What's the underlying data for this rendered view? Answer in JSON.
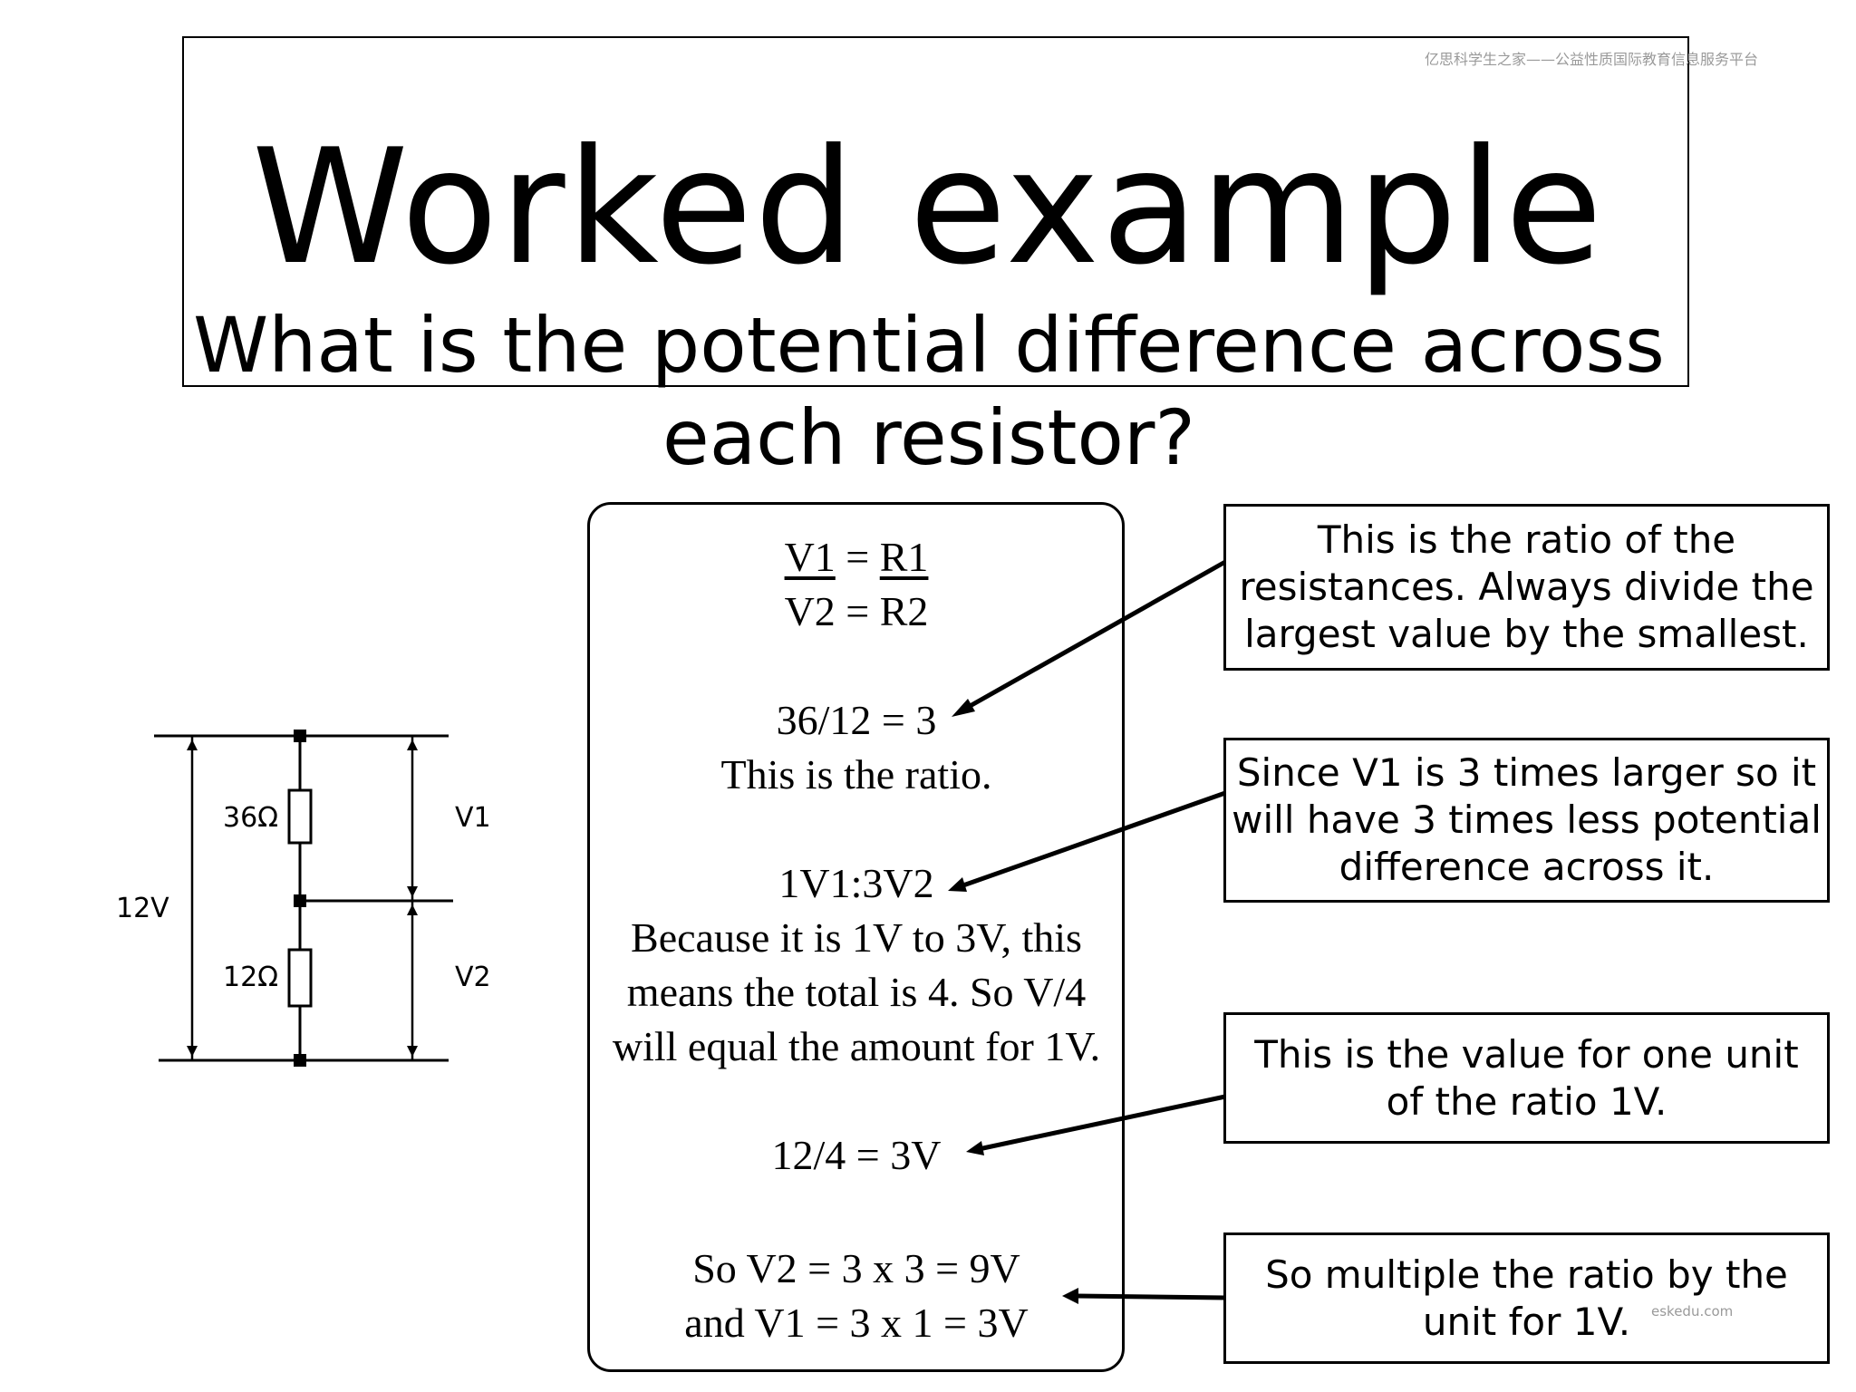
{
  "watermark_top": "亿思科学生之家——公益性质国际教育信息服务平台",
  "watermark_bottom": "eskedu.com",
  "title": "Worked example",
  "question": "What is the potential difference across each resistor?",
  "circuit": {
    "source_label": "12V",
    "r1_label": "36Ω",
    "r2_label": "12Ω",
    "v1_label": "V1",
    "v2_label": "V2"
  },
  "work": {
    "eq_top_left": "V1",
    "eq_eq1": " = ",
    "eq_top_right": "R1",
    "eq_bottom": "V2 = R2",
    "ratio_calc": "36/12 = 3",
    "ratio_note": "This is the ratio.",
    "ratio_form": "1V1:3V2",
    "explanation": "Because it is 1V to 3V, this means the total is 4. So V/4 will equal the amount for 1V.",
    "unit_calc": "12/4 = 3V",
    "result_v2": "So V2 = 3 x 3 = 9V",
    "result_v1": "and V1 = 3 x 1 = 3V"
  },
  "notes": [
    "This is the ratio of the resistances. Always divide the largest value by the smallest.",
    "Since V1 is 3 times larger so it will have 3 times less potential difference across it.",
    "This is the value for one unit of the ratio 1V.",
    "So multiple the ratio by the unit for 1V."
  ]
}
